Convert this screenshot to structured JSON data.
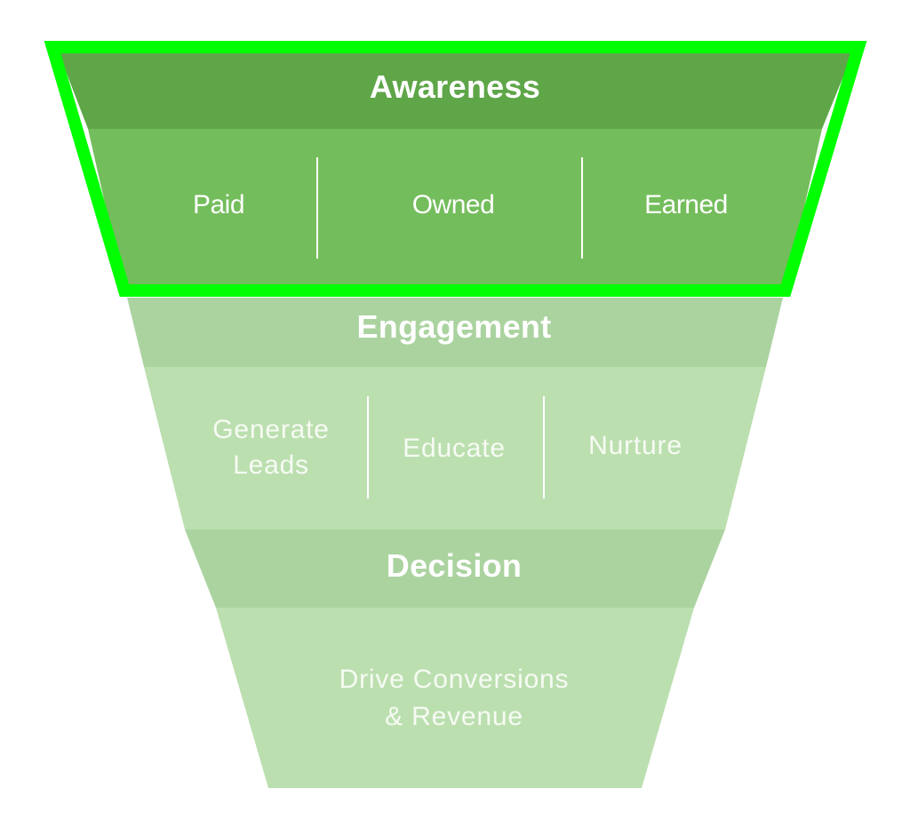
{
  "colors": {
    "awareness_header": "#5ea648",
    "awareness_body": "#74bd5c",
    "highlight_border": "#00ff00",
    "engagement_header": "#abd3a0",
    "engagement_body": "#bcdfb0",
    "decision_header": "#abd3a0",
    "decision_body": "#bcdfb0",
    "divider": "#ffffff",
    "text": "#ffffff"
  },
  "funnel": {
    "awareness": {
      "title": "Awareness",
      "items": [
        "Paid",
        "Owned",
        "Earned"
      ]
    },
    "engagement": {
      "title": "Engagement",
      "items": [
        "Generate\nLeads",
        "Educate",
        "Nurture"
      ]
    },
    "decision": {
      "title": "Decision",
      "body": "Drive Conversions\n& Revenue"
    }
  }
}
